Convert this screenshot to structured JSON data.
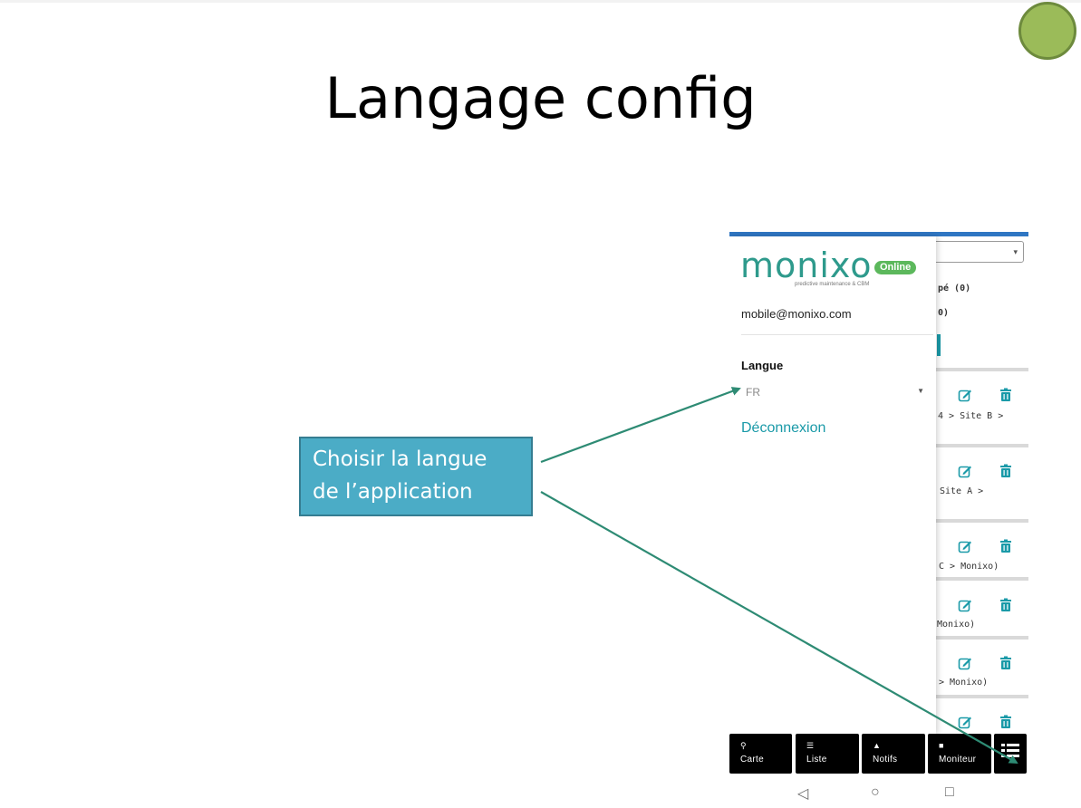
{
  "slide": {
    "title": "Langage config",
    "callout_text_line1": "Choisir la langue",
    "callout_text_line2": "de l’application"
  },
  "colors": {
    "accent_teal": "#1a9aa8",
    "online_green": "#5cb85c",
    "callout_fill": "#4bacc6",
    "arrow": "#2e8b74",
    "deco_circle": "#9bbb59"
  },
  "app": {
    "logo_text": "monixo",
    "logo_tagline": "predictive maintenance & CBM",
    "status_badge": "Online",
    "user_email": "mobile@monixo.com",
    "language_label": "Langue",
    "language_value": "FR",
    "logout_label": "Déconnexion"
  },
  "background_list": {
    "summary_1": "pé (0)",
    "summary_2": "0)",
    "cards": [
      {
        "path": "4 > Site B >"
      },
      {
        "path": "Site A >"
      },
      {
        "path": "C > Monixo)"
      },
      {
        "path": "Monixo)"
      },
      {
        "path": "> Monixo)"
      },
      {
        "path": ""
      }
    ]
  },
  "bottom_nav": {
    "items": [
      {
        "label": "Carte",
        "icon": "map-pin-icon"
      },
      {
        "label": "Liste",
        "icon": "list-icon"
      },
      {
        "label": "Notifs",
        "icon": "warning-icon"
      },
      {
        "label": "Moniteur",
        "icon": "square-icon"
      },
      {
        "label": "",
        "icon": "menu-list-icon"
      }
    ]
  },
  "system_nav": {
    "back": "◁",
    "home": "○",
    "recents": "□"
  }
}
